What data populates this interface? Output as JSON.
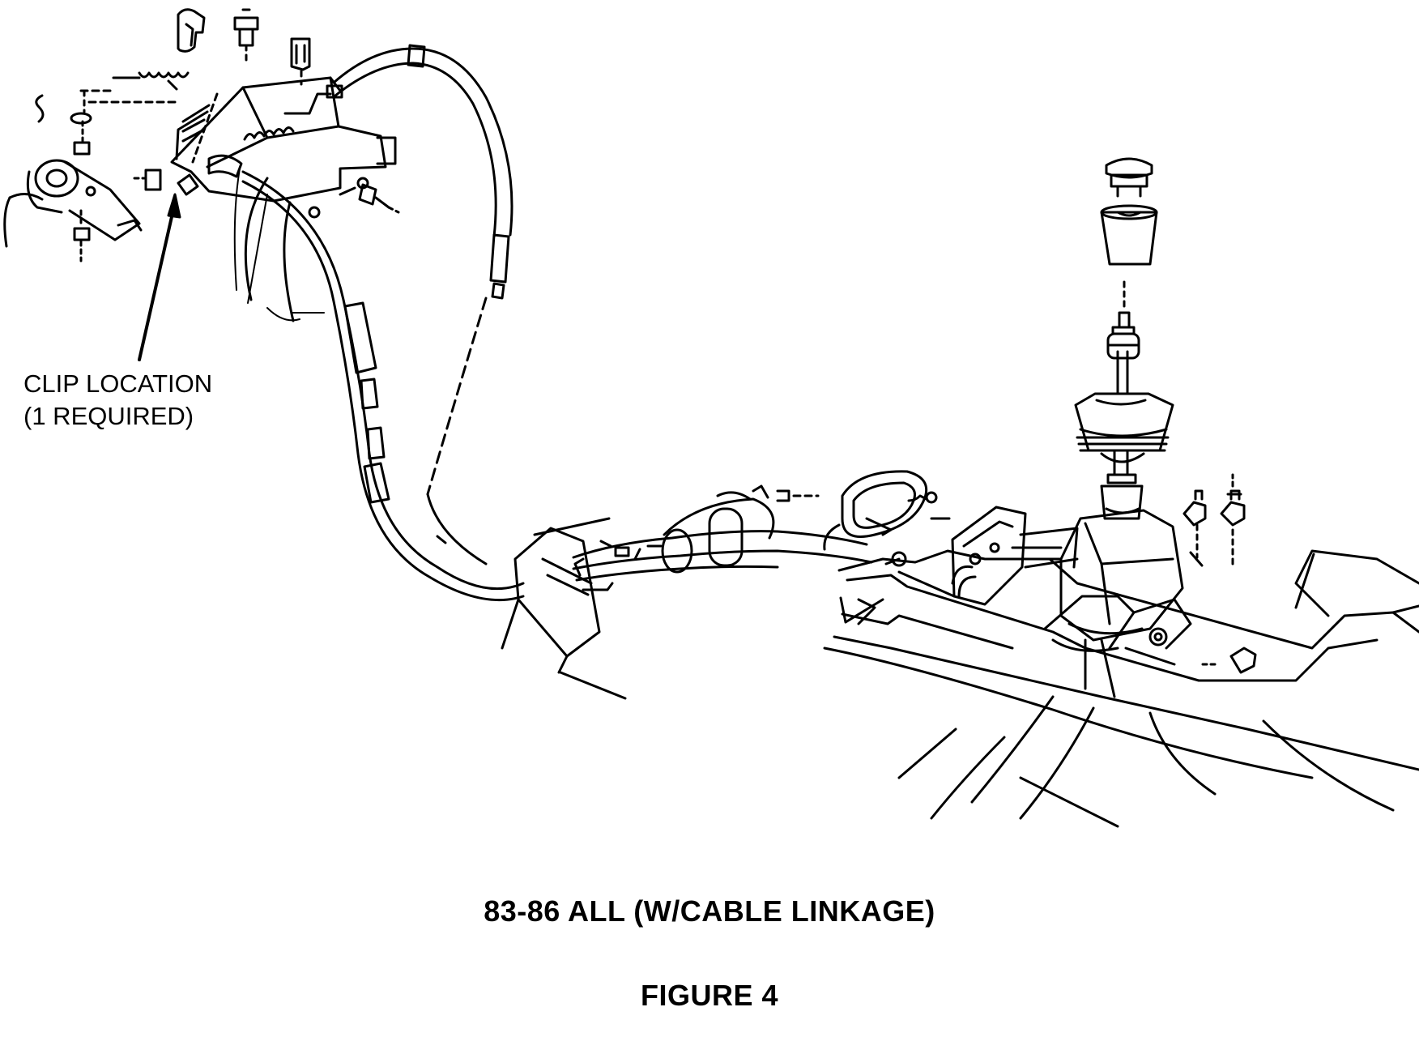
{
  "callout": {
    "line1": "CLIP LOCATION",
    "line2": "(1 REQUIRED)"
  },
  "caption": {
    "title": "83-86 ALL (W/CABLE LINKAGE)",
    "figure": "FIGURE 4"
  },
  "colors": {
    "ink": "#000000",
    "paper": "#ffffff"
  }
}
